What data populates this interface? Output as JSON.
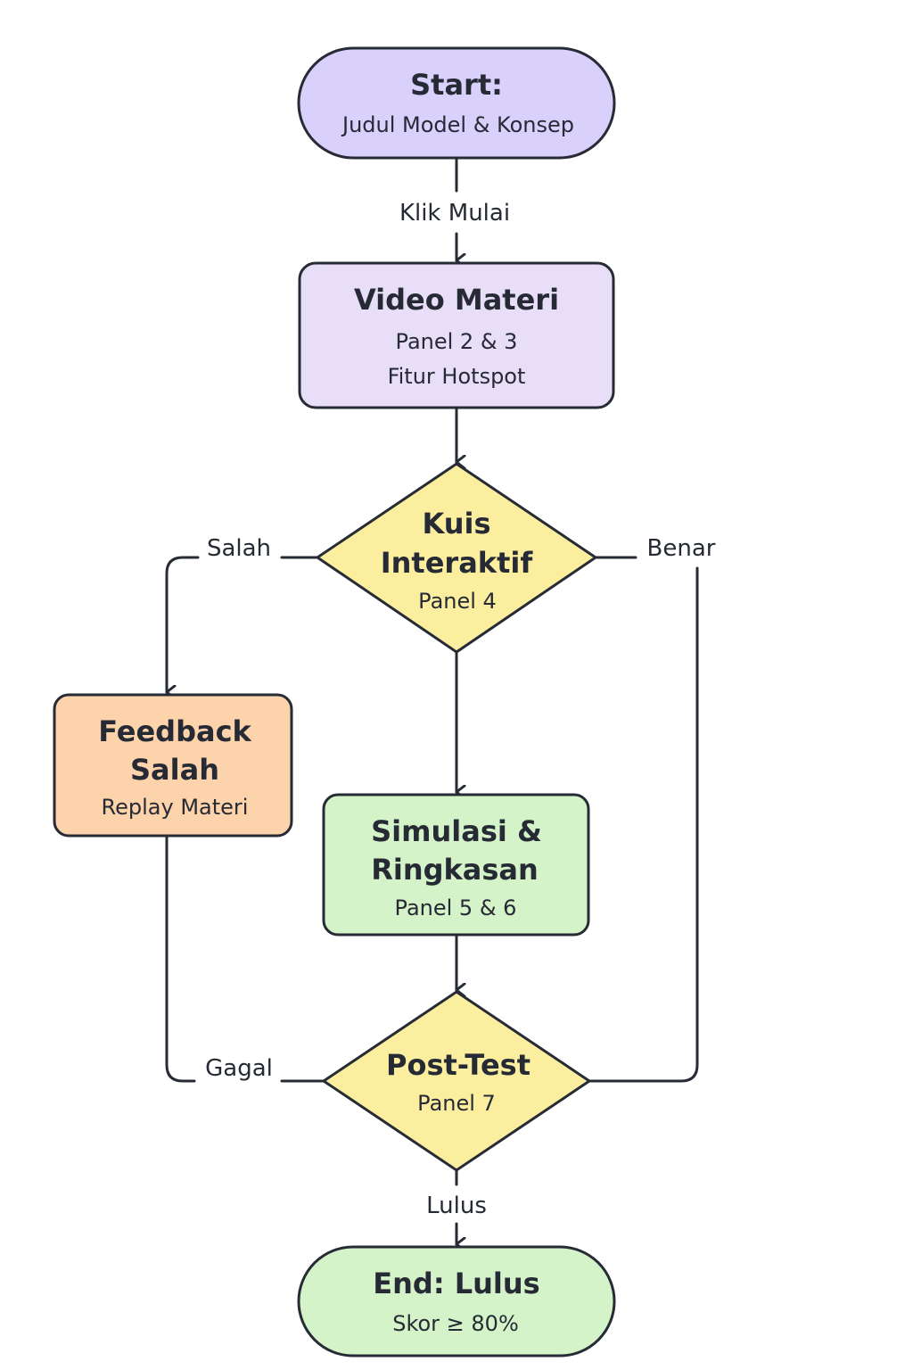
{
  "diagram": {
    "type": "flowchart",
    "colors": {
      "start": "#d9d0fb",
      "process_purple": "#e8def8",
      "decision": "#fcee9f",
      "feedback": "#fdd3ab",
      "success": "#d4f3c8",
      "stroke": "#272b36",
      "text": "#262a35"
    },
    "nodes": {
      "start": {
        "shape": "terminal",
        "title": "Start:",
        "lines": [
          "Judul Model & Konsep"
        ]
      },
      "video": {
        "shape": "process",
        "title": "Video Materi",
        "lines": [
          "Panel 2 & 3",
          "Fitur Hotspot"
        ]
      },
      "kuis": {
        "shape": "decision",
        "title_lines": [
          "Kuis",
          "Interaktif"
        ],
        "lines": [
          "Panel 4"
        ]
      },
      "feedback": {
        "shape": "process",
        "title_lines": [
          "Feedback",
          "Salah"
        ],
        "lines": [
          "Replay Materi"
        ]
      },
      "simulasi": {
        "shape": "process",
        "title_lines": [
          "Simulasi &",
          "Ringkasan"
        ],
        "lines": [
          "Panel 5 & 6"
        ]
      },
      "posttest": {
        "shape": "decision",
        "title": "Post-Test",
        "lines": [
          "Panel 7"
        ]
      },
      "end": {
        "shape": "terminal",
        "title": "End: Lulus",
        "lines": [
          "Skor ≥  80%"
        ]
      }
    },
    "edges": {
      "start_video": {
        "from": "start",
        "to": "video",
        "label": "Klik Mulai"
      },
      "video_kuis": {
        "from": "video",
        "to": "kuis",
        "label": ""
      },
      "kuis_feedback": {
        "from": "kuis",
        "to": "feedback",
        "label": "Salah"
      },
      "kuis_simulasi": {
        "from": "kuis",
        "to": "simulasi",
        "label": ""
      },
      "kuis_posttest": {
        "from": "kuis",
        "to": "posttest",
        "label": "Benar"
      },
      "simulasi_posttest": {
        "from": "simulasi",
        "to": "posttest",
        "label": ""
      },
      "feedback_posttest": {
        "from": "feedback",
        "to": "posttest",
        "label": "Gagal"
      },
      "posttest_end": {
        "from": "posttest",
        "to": "end",
        "label": "Lulus"
      }
    }
  }
}
